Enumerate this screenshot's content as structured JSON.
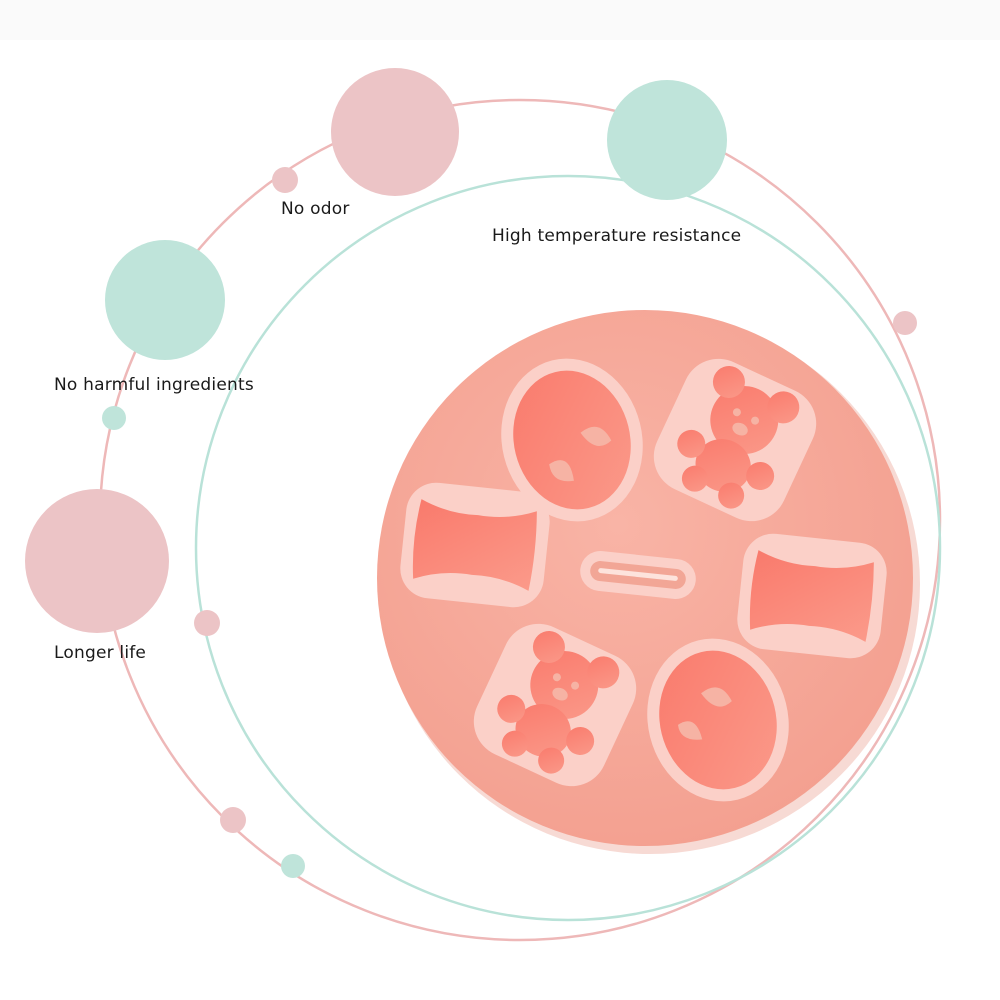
{
  "features": {
    "no_odor": "No odor",
    "high_temperature_resistance": "High temperature resistance",
    "no_harmful_ingredients": "No harmful ingredients",
    "longer_life": "Longer life"
  },
  "colors": {
    "pink": "#ecc4c6",
    "mint": "#bfe4da",
    "outer_ring": "#eeb8b8",
    "inner_ring": "#b9e2d8",
    "mold_base": "#f7a898",
    "cavity": "#fa8f80",
    "rim": "#fbd0c8",
    "text": "#1a1a1a"
  },
  "icons": [
    "silicone-mold-image"
  ]
}
